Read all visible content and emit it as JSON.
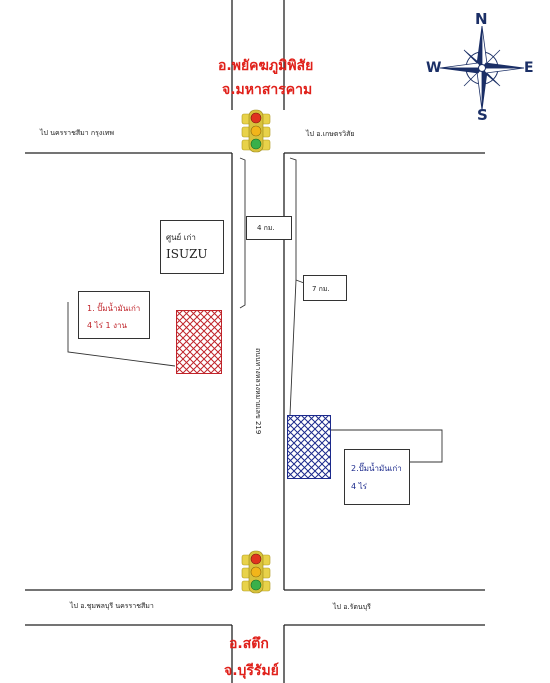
{
  "title_top": {
    "line1": "อ.พยัคฆภูมิพิสัย",
    "line2": "จ.มหาสารคาม"
  },
  "title_bottom": {
    "line1": "อ.สตึก",
    "line2": "จ.บุรีรัมย์"
  },
  "compass": {
    "north": "N",
    "south": "S",
    "east": "E",
    "west": "W"
  },
  "road_labels": {
    "top_left": "ไป นครราชสีมา กรุงเทพ",
    "top_right": "ไป อ.เกษตรวิสัย",
    "bottom_left": "ไป อ.ชุมพลบุรี นครราชสีมา",
    "bottom_right": "ไป อ.รัตนบุรี",
    "highway": "ถนนทางหลวงหมายเลข 219"
  },
  "markers": {
    "dist_4km": "4 กม.",
    "dist_7km": "7 กม.",
    "isuzu_line1": "ศูนย์ เก่า",
    "isuzu_line2": "ISUZU",
    "site1_line1": "1. ปั๊มน้ำมันเก่า",
    "site1_line2": "4 ไร่ 1 งาน",
    "site2_line1": "2.ปั๊มน้ำมันเก่า",
    "site2_line2": "4 ไร่"
  },
  "colors": {
    "title_red": "#e0201a",
    "site1_red": "#c0242a",
    "site2_blue": "#1c2a8c",
    "compass_navy": "#1b2f66"
  },
  "icons": [
    "traffic-light-icon",
    "compass-rose-icon"
  ]
}
